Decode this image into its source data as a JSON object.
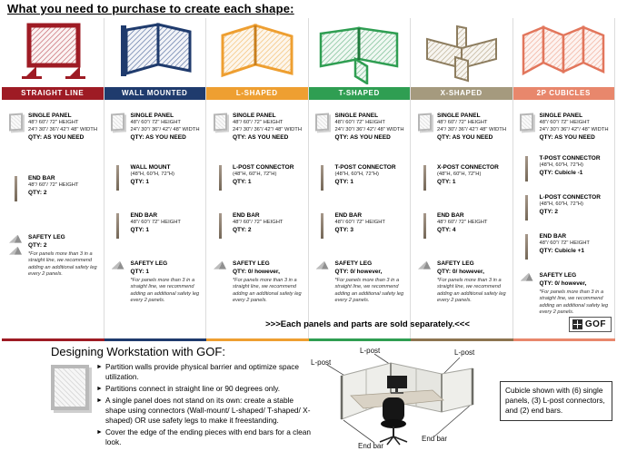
{
  "page": {
    "title": "What you need to purchase to create each shape:"
  },
  "columns": [
    {
      "name": "STRAIGHT LINE",
      "color": "#9e1b24",
      "parts": [
        {
          "label": "SINGLE PANEL",
          "line1": "48\"/ 60\"/ 72\" HEIGHT",
          "line2": "24\"/ 30\"/ 36\"/ 42\"/ 48\" WIDTH",
          "qty": "QTY: AS YOU NEED"
        },
        {
          "label": "END BAR",
          "line1": "48\"/ 60\"/ 72\" HEIGHT",
          "qty": "QTY: 2"
        },
        {
          "label": "SAFETY LEG",
          "qty": "QTY: 2",
          "note": "*For panels more than 3 in a straight line, we recommend adding an additional safety leg every 2 panels."
        }
      ]
    },
    {
      "name": "WALL MOUNTED",
      "color": "#1f3b6d",
      "parts": [
        {
          "label": "SINGLE PANEL",
          "line1": "48\"/ 60\"/ 72\" HEIGHT",
          "line2": "24\"/ 30\"/ 36\"/ 42\"/ 48\" WIDTH",
          "qty": "QTY: AS YOU NEED"
        },
        {
          "label": "WALL MOUNT",
          "line1": "(48\"H, 60\"H, 72\"H)",
          "qty": "QTY: 1"
        },
        {
          "label": "END BAR",
          "line1": "48\"/ 60\"/ 72\" HEIGHT",
          "qty": "QTY: 1"
        },
        {
          "label": "SAFETY LEG",
          "qty": "QTY: 1",
          "note": "*For panels more than 3 in a straight line, we recommend adding an additional safety leg every 2 panels."
        }
      ]
    },
    {
      "name": "L-SHAPED",
      "color": "#ee9f31",
      "parts": [
        {
          "label": "SINGLE PANEL",
          "line1": "48\"/ 60\"/ 72\" HEIGHT",
          "line2": "24\"/ 30\"/ 36\"/ 42\"/ 48\" WIDTH",
          "qty": "QTY: AS YOU NEED"
        },
        {
          "label": "L-POST CONNECTOR",
          "line1": "(48\"H, 60\"H, 72\"H)",
          "qty": "QTY: 1"
        },
        {
          "label": "END BAR",
          "line1": "48\"/ 60\"/ 72\" HEIGHT",
          "qty": "QTY: 2"
        },
        {
          "label": "SAFETY LEG",
          "qty": "QTY: 0/ however,",
          "note": "*For panels more than 3 in a straight line, we recommend adding an additional safety leg every 2 panels."
        }
      ]
    },
    {
      "name": "T-SHAPED",
      "color": "#2f9e52",
      "parts": [
        {
          "label": "SINGLE PANEL",
          "line1": "48\"/ 60\"/ 72\" HEIGHT",
          "line2": "24\"/ 30\"/ 36\"/ 42\"/ 48\" WIDTH",
          "qty": "QTY: AS YOU NEED"
        },
        {
          "label": "T-POST CONNECTOR",
          "line1": "(48\"H, 60\"H, 72\"H)",
          "qty": "QTY: 1"
        },
        {
          "label": "END BAR",
          "line1": "48\"/ 60\"/ 72\" HEIGHT",
          "qty": "QTY: 3"
        },
        {
          "label": "SAFETY LEG",
          "qty": "QTY: 0/ however,",
          "note": "*For panels more than 3 in a straight line, we recommend adding an additional safety leg every 2 panels."
        }
      ]
    },
    {
      "name": "X-SHAPED",
      "color": "#a59a7e",
      "parts": [
        {
          "label": "SINGLE PANEL",
          "line1": "48\"/ 60\"/ 72\" HEIGHT",
          "line2": "24\"/ 30\"/ 36\"/ 42\"/ 48\" WIDTH",
          "qty": "QTY: AS YOU NEED"
        },
        {
          "label": "X-POST CONNECTOR",
          "line1": "(48\"H, 60\"H, 72\"H)",
          "qty": "QTY: 1"
        },
        {
          "label": "END BAR",
          "line1": "48\"/ 60\"/ 72\" HEIGHT",
          "qty": "QTY: 4"
        },
        {
          "label": "SAFETY LEG",
          "qty": "QTY: 0/ however,",
          "note": "*For panels more than 3 in a straight line, we recommend adding an additional safety leg every 2 panels."
        }
      ]
    },
    {
      "name": "2P CUBICLES",
      "color": "#e8876c",
      "parts": [
        {
          "label": "SINGLE PANEL",
          "line1": "48\"/ 60\"/ 72\" HEIGHT",
          "line2": "24\"/ 30\"/ 36\"/ 42\"/ 48\" WIDTH",
          "qty": "QTY: AS YOU NEED"
        },
        {
          "label": "T-POST CONNECTOR",
          "line1": "(48\"H, 60\"H, 72\"H)",
          "qty": "QTY: Cubicle -1"
        },
        {
          "label": "L-POST CONNECTOR",
          "line1": "(48\"H, 60\"H, 72\"H)",
          "qty": "QTY: 2"
        },
        {
          "label": "END BAR",
          "line1": "48\"/ 60\"/ 72\" HEIGHT",
          "qty": "QTY: Cubicle +1"
        },
        {
          "label": "SAFETY LEG",
          "qty": "QTY: 0/ however,",
          "note": "*For panels more than 3 in a straight line, we recommend adding an additional safety leg every 2 panels."
        }
      ]
    }
  ],
  "footer": {
    "sold_note": ">>>Each panels and parts are sold separately.<<<",
    "logo_text": "GOF"
  },
  "info": {
    "heading": "Designing Workstation with GOF:",
    "bullets": [
      "Partition walls provide physical barrier and optimize space utilization.",
      "Partitions connect in straight line or 90 degrees only.",
      "A single panel does not stand on its own: create a stable shape using connectors (Wall-mount/ L-shaped/ T-shaped/ X-shaped) OR use safety legs to make it freestanding.",
      "Cover the edge of the ending pieces with end bars for a clean look."
    ]
  },
  "diagram": {
    "label_lpost_1": "L-post",
    "label_lpost_2": "L-post",
    "label_lpost_3": "L-post",
    "label_endbar_1": "End bar",
    "label_endbar_2": "End bar",
    "caption": "Cubicle shown with (6) single panels, (3) L-post connectors, and (2) end bars."
  }
}
